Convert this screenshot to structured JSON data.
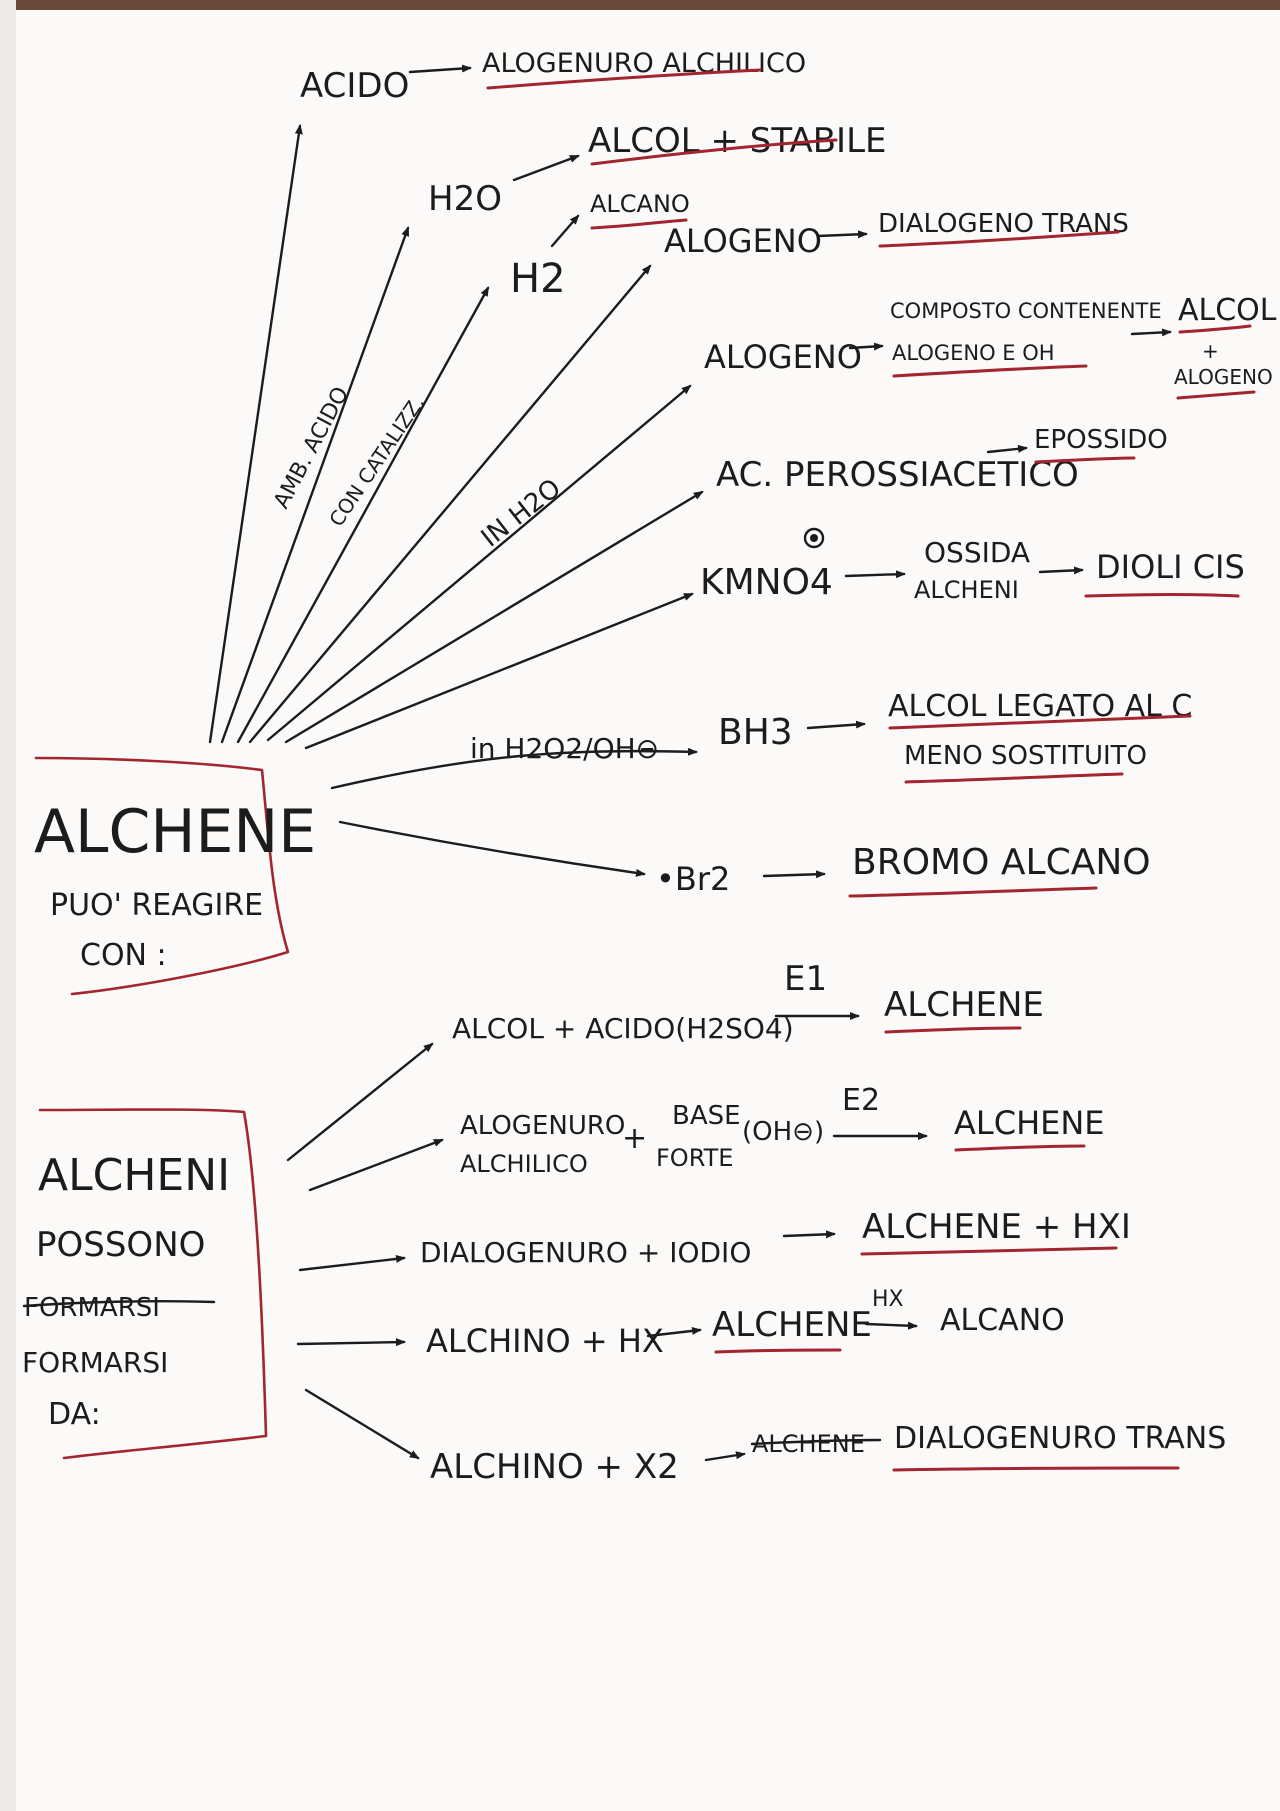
{
  "colors": {
    "ink": "#1c1c1c",
    "underline": "#a3252f",
    "paper": "#fbfaf8"
  },
  "reactions_box": {
    "title": "ALCHENE",
    "subtitle_line1": "PUO' REAGIRE",
    "subtitle_line2": "CON :"
  },
  "formation_box": {
    "title": "ALCHENI",
    "line1": "POSSONO",
    "line2_struck": "FORMARSI",
    "line3": "FORMARSI",
    "line4": "DA:"
  },
  "branches": {
    "acido": "ACIDO",
    "alogenuro_alchilico": "ALOGENURO ALCHILICO",
    "amb_acido": "AMB. ACIDO",
    "h2o": "H2O",
    "alcol_stabile": "ALCOL + STABILE",
    "con_cataliz": "CON CATALIZZ.",
    "h2": "H2",
    "alcano": "ALCANO",
    "alogeno_1": "ALOGENO",
    "dialogeno_trans": "DIALOGENO TRANS",
    "in_h2o": "IN H2O",
    "alogeno_2": "ALOGENO",
    "composto_line1": "COMPOSTO CONTENENTE",
    "composto_line2": "ALOGENO E OH",
    "alcol_plus": "ALCOL",
    "plus_sign": "+",
    "alogeno_3": "ALOGENO",
    "ac_perossiacetico": "AC. PEROSSIACETICO",
    "epossido": "EPOSSIDO",
    "kmno4": "KMNO4",
    "ossida_line1": "OSSIDA",
    "ossida_line2": "ALCHENI",
    "dioli_cis": "DIOLI CIS",
    "in_h2o2": "in H2O2/OH⊖",
    "bh3": "BH3",
    "alcol_legato_line1": "ALCOL LEGATO AL C",
    "alcol_legato_line2": "MENO SOSTITUITO",
    "br2": "•Br2",
    "bromo_alcano": "BROMO ALCANO"
  },
  "formation_reactions": {
    "r1": {
      "reagents": "ALCOL + ACIDO(H2SO4)",
      "label": "E1",
      "product": "ALCHENE"
    },
    "r2": {
      "reagent_line1": "ALOGENURO",
      "reagent_line2": "ALCHILICO",
      "plus": "+",
      "base_line1": "BASE",
      "base_line2": "FORTE",
      "base_oh": "(OH⊖)",
      "label": "E2",
      "product": "ALCHENE"
    },
    "r3": {
      "reagents": "DIALOGENURO + IODIO",
      "product": "ALCHENE + HXI"
    },
    "r4": {
      "reagents": "ALCHINO + HX",
      "product": "ALCHENE",
      "label": "HX",
      "product2": "ALCANO"
    },
    "r5": {
      "reagents": "ALCHINO + X2",
      "struck": "ALCHENE",
      "product": "DIALOGENURO TRANS"
    }
  }
}
